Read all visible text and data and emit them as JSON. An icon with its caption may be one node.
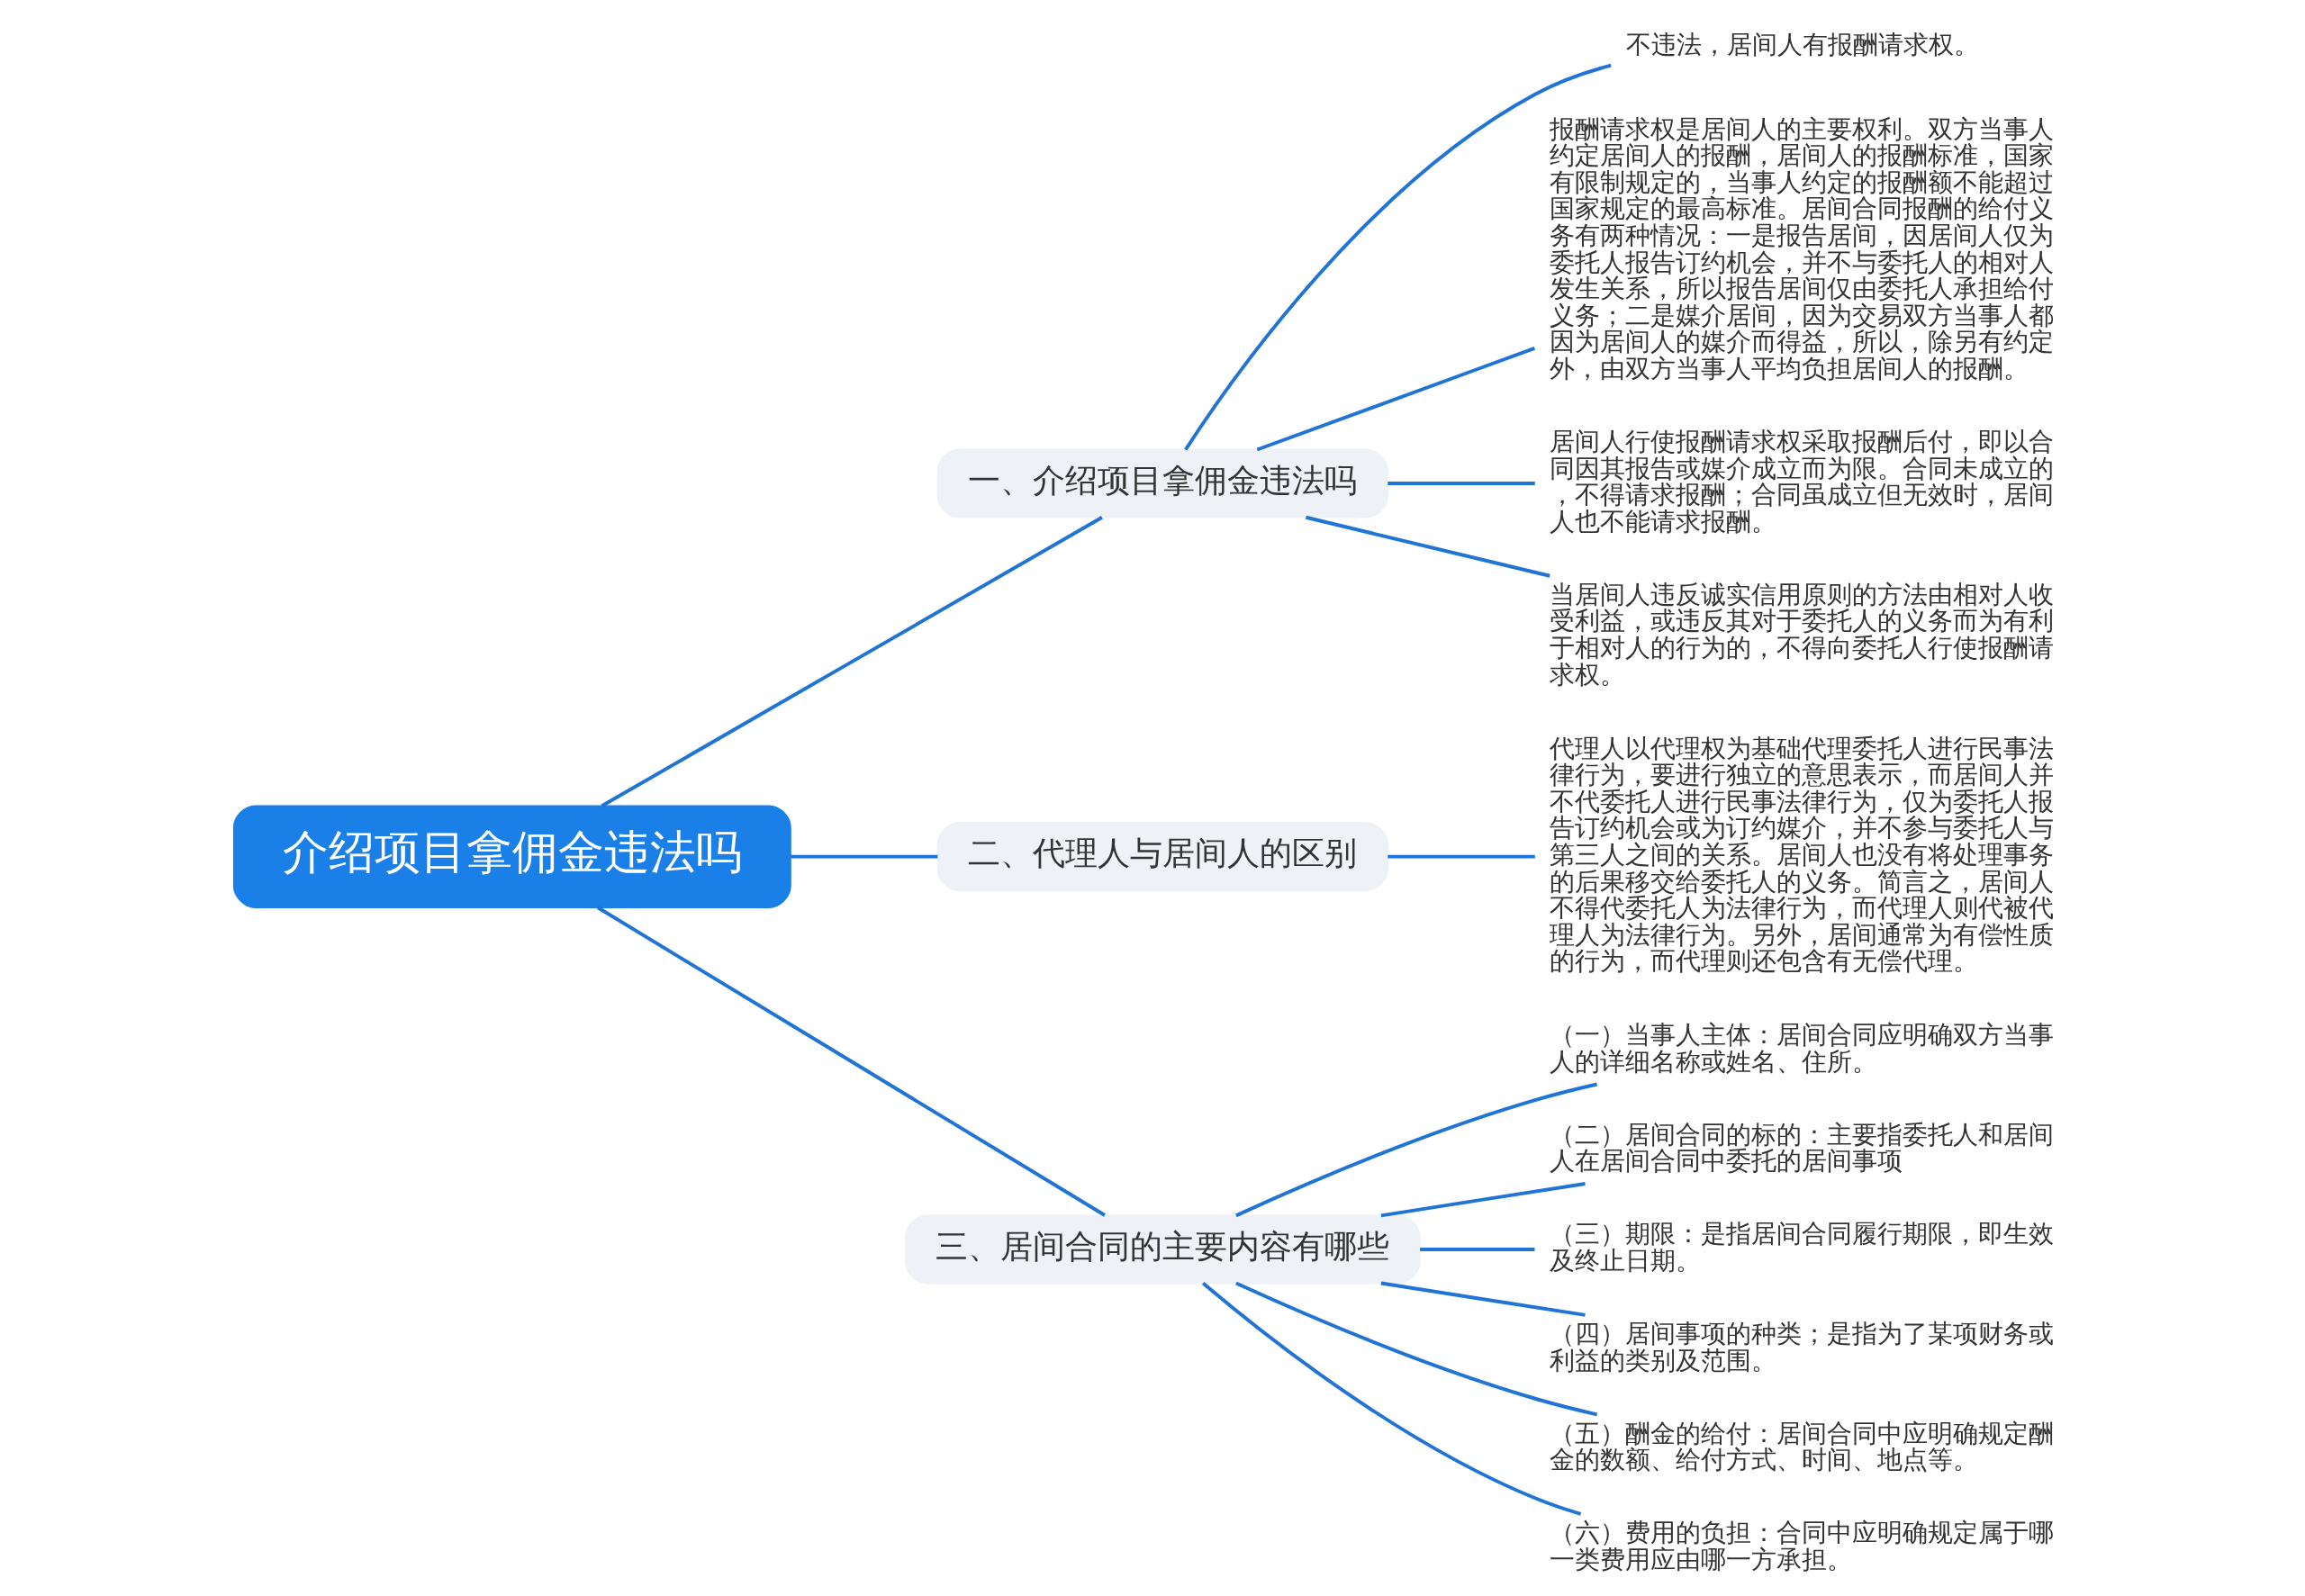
{
  "diagram": {
    "nodes": [
      {
        "text": [
          "介绍项目拿佣金违法吗"
        ]
      },
      {
        "text": [
          "一、介绍项目拿佣金违法吗"
        ]
      },
      {
        "text": [
          "不违法，居间人有报酬请求权。"
        ]
      },
      {
        "text": [
          "报酬请求权是居间人的主要权利。双方当事人约定居间人的报酬，居间人的报酬标准，国家有限制规定的，当事人约定的报酬额不能超过国家规定的最高标准。居间合同报酬的给付义务有两种情况：一是报告居间，因居间人仅为委托人报告订约机会，并不与委托人的相对人发生关系，所以报告居间仅由委托人承担给付义务；二是媒介居间，因为交易双方当事人都因为居间人的媒介而得益，所以，除另有约定外，由双方当事人平均负担居间人的报酬。"
        ]
      },
      {
        "text": [
          "居间人行使报酬请求权采取报酬后付，即以合同因其报告或媒介成立而为限。合同未成立的，不得请求报酬；合同虽成立但无效时，居间人也不能请求报酬。"
        ]
      },
      {
        "text": [
          "当居间人违反诚实信用原则的方法由相对人收受利益，或违反其对于委托人的义务而为有利于相对人的行为的，不得向委托人行使报酬请求权。"
        ]
      },
      {
        "text": [
          "二、代理人与居间人的区别"
        ]
      },
      {
        "text": [
          "代理人以代理权为基础代理委托人进行民事法律行为，要进行独立的意思表示，而居间人并不代委托人进行民事法律行为，仅为委托人报告订约机会或为订约媒介，并不参与委托人与第三人之间的关系。居间人也没有将处理事务的后果移交给委托人的义务。简言之，居间人不得代委托人为法律行为，而代理人则代被代理人为法律行为。另外，居间通常为有偿性质的行为，而代理则还包含有无偿代理。"
        ]
      },
      {
        "text": [
          "三、居间合同的主要内容有哪些"
        ]
      },
      {
        "text": [
          "（一）当事人主体：居间合同应明确双方当事人的详细名称或姓名、住所。"
        ]
      },
      {
        "text": [
          "（二）居间合同的标的：主要指委托人和居间人在居间合同中委托的居间事项"
        ]
      },
      {
        "text": [
          "（三）期限：是指居间合同履行期限，即生效及终止日期。"
        ]
      },
      {
        "text": [
          "（四）居间事项的种类；是指为了某项财务或利益的类别及范围。"
        ]
      },
      {
        "text": [
          "（五）酬金的给付：居间合同中应明确规定酬金的数额、给付方式、时间、地点等。"
        ]
      },
      {
        "text": [
          "（六）费用的负担：合同中应明确规定属于哪一类费用应由哪一方承担。"
        ]
      }
    ],
    "edges": [
      {
        "from": 0,
        "to": 1,
        "arrow": "none"
      },
      {
        "from": 1,
        "to": 2,
        "arrow": "none"
      },
      {
        "from": 1,
        "to": 3,
        "arrow": "none"
      },
      {
        "from": 1,
        "to": 4,
        "arrow": "none"
      },
      {
        "from": 1,
        "to": 5,
        "arrow": "none"
      },
      {
        "from": 0,
        "to": 6,
        "arrow": "none"
      },
      {
        "from": 6,
        "to": 7,
        "arrow": "none"
      },
      {
        "from": 0,
        "to": 8,
        "arrow": "none"
      },
      {
        "from": 8,
        "to": 9,
        "arrow": "none"
      },
      {
        "from": 8,
        "to": 10,
        "arrow": "none"
      },
      {
        "from": 8,
        "to": 11,
        "arrow": "none"
      },
      {
        "from": 8,
        "to": 12,
        "arrow": "none"
      },
      {
        "from": 8,
        "to": 13,
        "arrow": "none"
      },
      {
        "from": 8,
        "to": 14,
        "arrow": "none"
      }
    ]
  }
}
